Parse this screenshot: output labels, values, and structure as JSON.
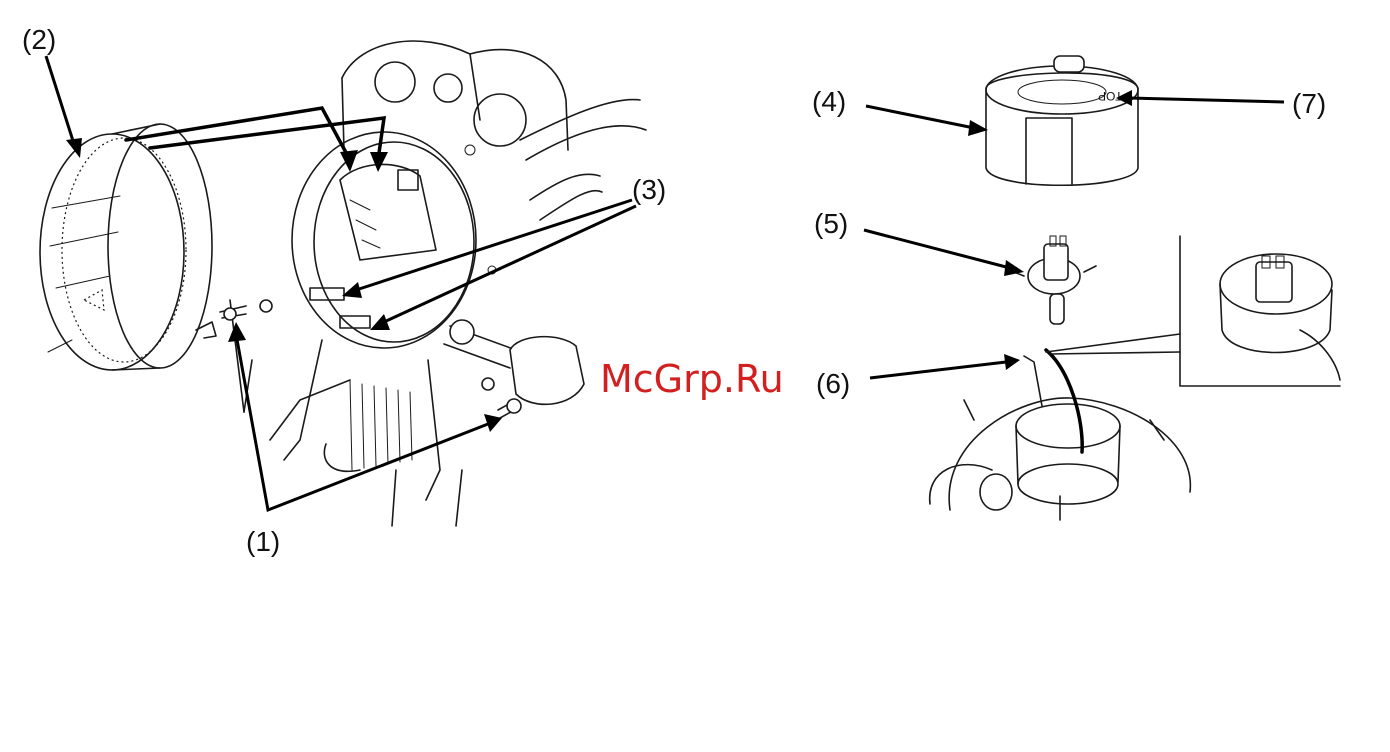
{
  "callouts": {
    "c1": "(1)",
    "c2": "(2)",
    "c3": "(3)",
    "c4": "(4)",
    "c5": "(5)",
    "c6": "(6)",
    "c7": "(7)"
  },
  "dust_cover_mark": "TOP",
  "watermark": "McGrp.Ru",
  "colors": {
    "line": "#1a1a1a",
    "watermark": "#d21f1f",
    "background": "#ffffff"
  }
}
